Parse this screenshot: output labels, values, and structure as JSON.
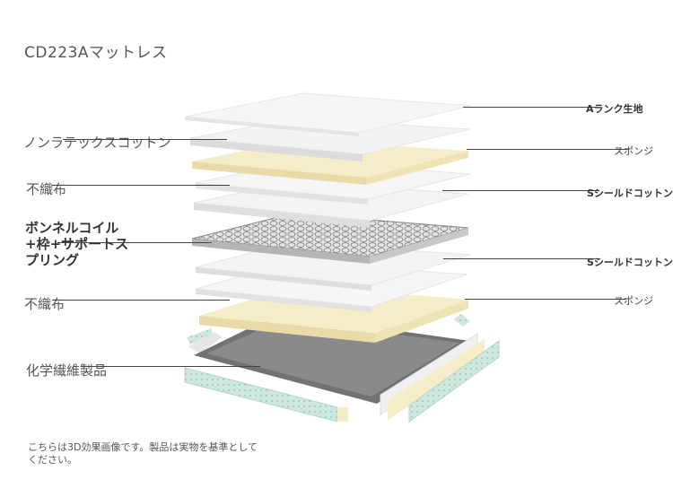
{
  "title": "CD223Aマットレス",
  "left_labels": [
    {
      "text": "ノンラテックスコットン"
    },
    {
      "text": "不織布"
    },
    {
      "lines": [
        "ボンネルコイル",
        "+枠+サポートス",
        "プリング"
      ]
    },
    {
      "text": "不織布"
    },
    {
      "text": "化学繊維製品"
    }
  ],
  "right_labels": [
    {
      "text": "Aランク生地"
    },
    {
      "text": "スポンジ"
    },
    {
      "text": "Sシールドコットン"
    },
    {
      "text": "Sシールドコットン"
    },
    {
      "text": "スポンジ"
    }
  ],
  "footer": {
    "line1": "こちらは3D効果画像です。製品は実物を基準として",
    "line2": "ください。"
  },
  "colors": {
    "fabric": "#f4f4f4",
    "sponge": "#f5ecc8",
    "spring": "#9a9a9a",
    "base_side": "#cfe7df",
    "line": "#444444"
  }
}
